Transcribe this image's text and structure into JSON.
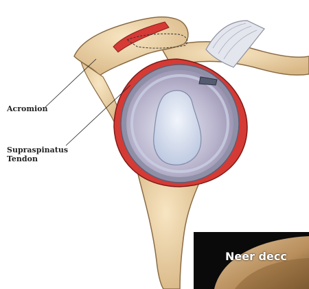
{
  "labels": {
    "acromion": "Acromion",
    "supraspinatus_line1": "Supraspinatus",
    "supraspinatus_line2": "Tendon"
  },
  "inset": {
    "caption": "Neer decc"
  },
  "colors": {
    "bone": "#ecd2a4",
    "bone_shadow": "#c7a674",
    "muscle_red": "#d63a35",
    "glenoid_rim": "#8f8fa8",
    "cartilage": "#c9cfe3",
    "joint_cavity": "#a69cbb",
    "ligament": "#e4e6ee",
    "photo_tissue": "#c8a478"
  }
}
